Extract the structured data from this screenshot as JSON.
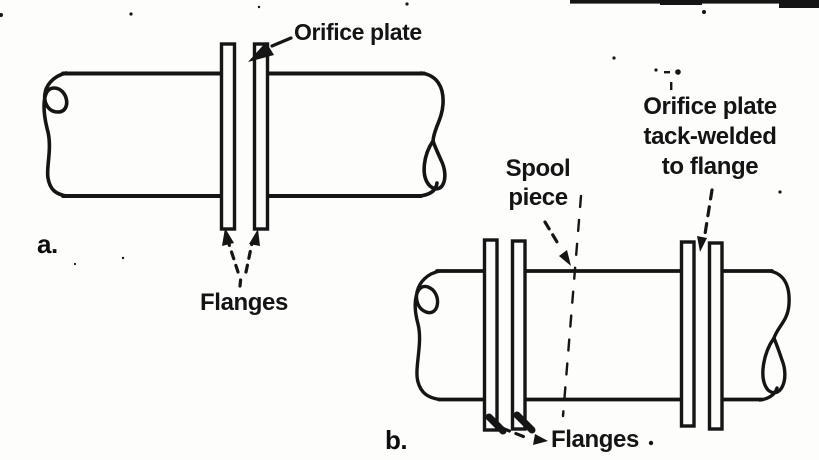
{
  "document": {
    "ink_color": "#151515",
    "paper_color": "#fdfdfc"
  },
  "panel_a": {
    "tag": "a.",
    "callout_orifice_plate": "Orifice plate",
    "callout_flanges": "Flanges"
  },
  "panel_b": {
    "tag": "b.",
    "callout_spool_piece": "Spool\npiece",
    "callout_orifice_weld": "Orifice plate\ntack-welded\nto flange",
    "callout_flanges": "Flanges"
  }
}
